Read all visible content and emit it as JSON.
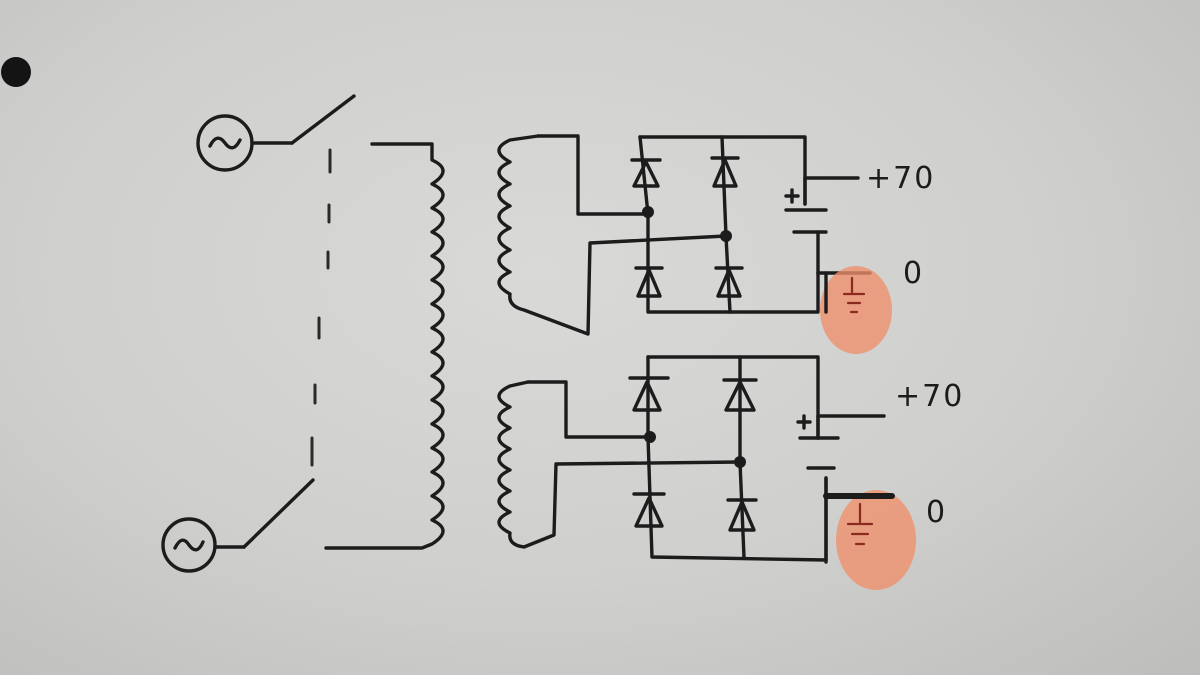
{
  "labels": {
    "top_positive": "+70",
    "top_zero": "0",
    "bottom_positive": "+70",
    "bottom_zero": "0"
  },
  "colors": {
    "ink": "#1c1c1c",
    "highlight": "#f0906a",
    "paper": "#d2d2d0"
  },
  "icons": {
    "ac_source": "ac-source-icon",
    "switch": "switch-icon",
    "diode": "diode-icon",
    "capacitor": "capacitor-icon",
    "ground": "ground-icon"
  }
}
